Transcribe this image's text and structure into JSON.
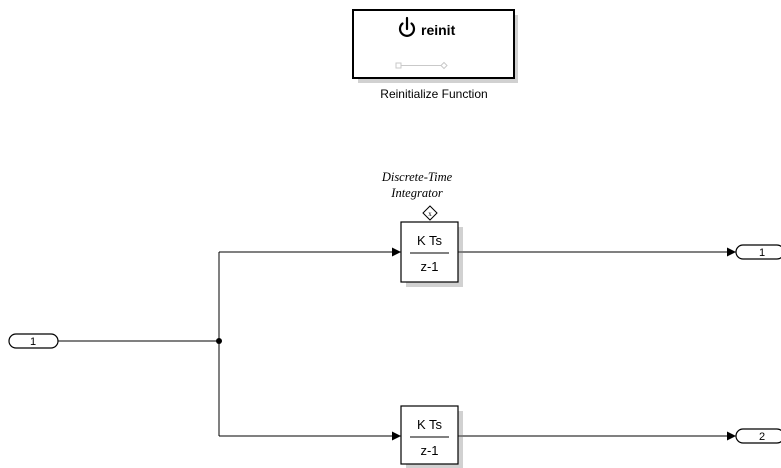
{
  "reinit_block": {
    "title": "reinit",
    "caption": "Reinitialize Function"
  },
  "integrator_label": {
    "line1": "Discrete-Time",
    "line2": "Integrator",
    "state_port_glyph": "x"
  },
  "integrator_top": {
    "numerator": "K Ts",
    "denominator": "z-1"
  },
  "integrator_bottom": {
    "numerator": "K Ts",
    "denominator": "z-1"
  },
  "inport_1": {
    "label": "1"
  },
  "outport_1": {
    "label": "1"
  },
  "outport_2": {
    "label": "2"
  },
  "icons": {
    "reinit": "power-icon",
    "event_link": "event-connector-icon",
    "state_port": "state-port-diamond-icon"
  }
}
